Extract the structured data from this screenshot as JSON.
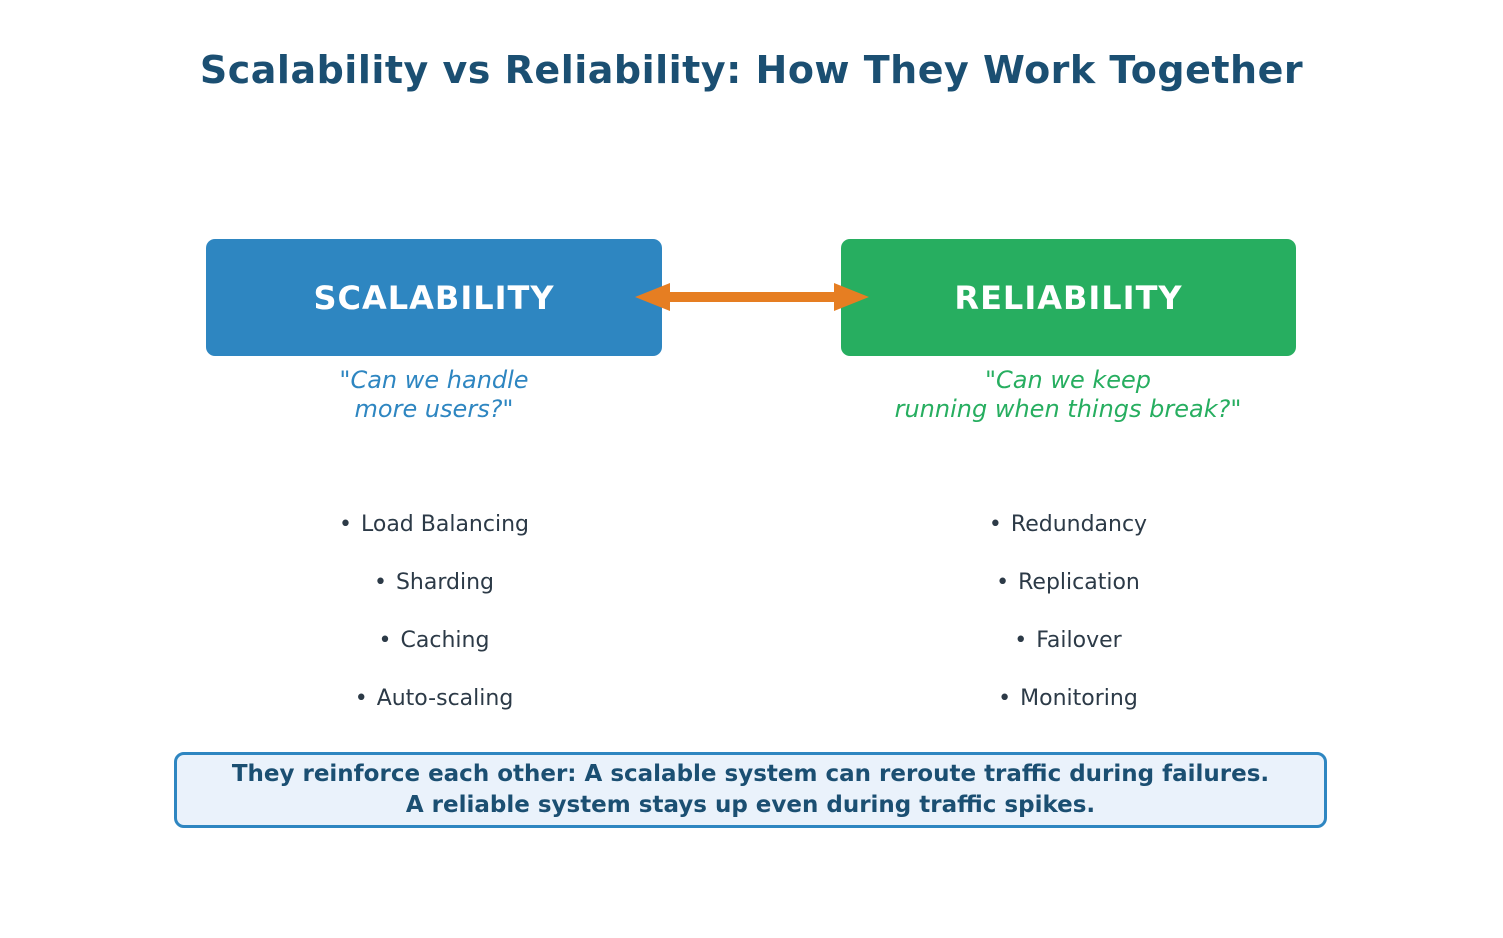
{
  "title": "Scalability vs Reliability: How They Work Together",
  "glyphs": {
    "bullet": "•"
  },
  "scalability": {
    "label": "SCALABILITY",
    "quote_line1": "\"Can we handle",
    "quote_line2": "more users?\"",
    "bullets": [
      "Load Balancing",
      "Sharding",
      "Caching",
      "Auto-scaling"
    ]
  },
  "reliability": {
    "label": "RELIABILITY",
    "quote_line1": "\"Can we keep",
    "quote_line2": "running when things break?\"",
    "bullets": [
      "Redundancy",
      "Replication",
      "Failover",
      "Monitoring"
    ]
  },
  "connector": {
    "type": "double-headed-arrow",
    "color": "#e67e22"
  },
  "summary": {
    "line1": "They reinforce each other: A scalable system can reroute traffic during failures.",
    "line2": "A reliable system stays up even during traffic spikes."
  },
  "colors": {
    "title_text": "#1b4f72",
    "scalability_fill": "#2e86c1",
    "reliability_fill": "#27ae60",
    "scalability_quote": "#2e86c1",
    "reliability_quote": "#27ae60",
    "arrow": "#e67e22",
    "bullet_text": "#2c3a47",
    "summary_background": "#eaf2fb",
    "summary_border": "#2e86c1",
    "summary_text": "#1b4f72"
  }
}
